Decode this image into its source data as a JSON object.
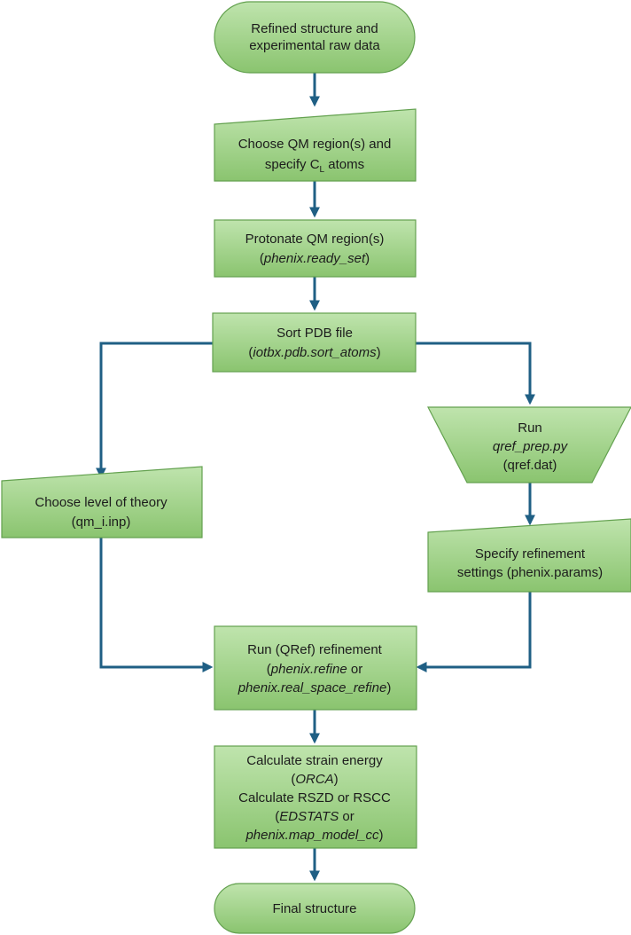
{
  "colors": {
    "fill_top": "#bfe4ad",
    "fill_bottom": "#8ac46f",
    "border": "#63a14f",
    "connector": "#1f5f84",
    "text": "#1c1c1c"
  },
  "nodes": {
    "start": {
      "line1": "Refined structure and",
      "line2": "experimental raw data"
    },
    "choose_qm": {
      "line1": "Choose QM region(s) and",
      "line2_pre": "specify C",
      "line2_sub": "L",
      "line2_post": " atoms"
    },
    "protonate": {
      "line1": "Protonate QM region(s)",
      "open": "(",
      "tool": "phenix.ready_set",
      "close": ")"
    },
    "sort_pdb": {
      "line1": "Sort PDB file",
      "open": "(",
      "tool": "iotbx.pdb.sort_atoms",
      "close": ")"
    },
    "level_theory": {
      "line1": "Choose level of theory",
      "line2": "(qm_i.inp)"
    },
    "run_prep": {
      "line1": "Run",
      "tool": "qref_prep.py",
      "line3": "(qref.dat)"
    },
    "refine_settings": {
      "line1": "Specify refinement",
      "line2": "settings (phenix.params)"
    },
    "run_refinement": {
      "line1": "Run (QRef) refinement",
      "open": "(",
      "tool1": "phenix.refine",
      "or": " or",
      "tool2": "phenix.real_space_refine",
      "close": ")"
    },
    "calculate": {
      "line1": "Calculate strain energy",
      "open1": "(",
      "tool1": "ORCA",
      "close1": ")",
      "line3": "Calculate RSZD or RSCC",
      "open2": "(",
      "tool2": "EDSTATS",
      "or": " or",
      "tool3": "phenix.map_model_cc",
      "close2": ")"
    },
    "final": {
      "line1": "Final structure"
    }
  }
}
